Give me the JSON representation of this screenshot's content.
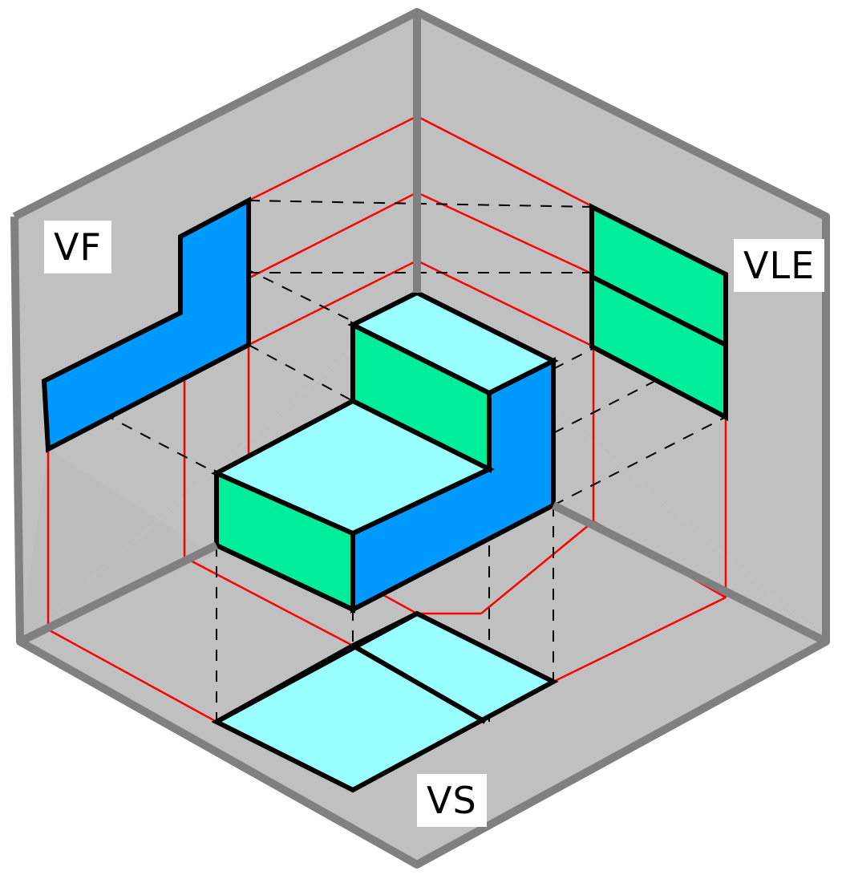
{
  "labels": {
    "front_view": "VF",
    "left_view": "VLE",
    "top_view": "VS"
  },
  "colors": {
    "background": "#ffffff",
    "box_wall": "#c0c0c0",
    "box_edge": "#808080",
    "construction_line": "#ff0000",
    "hidden_line": "#000000",
    "outline": "#000000",
    "face_top": "#99ffff",
    "face_front": "#00ee99",
    "face_side": "#0099ff"
  }
}
